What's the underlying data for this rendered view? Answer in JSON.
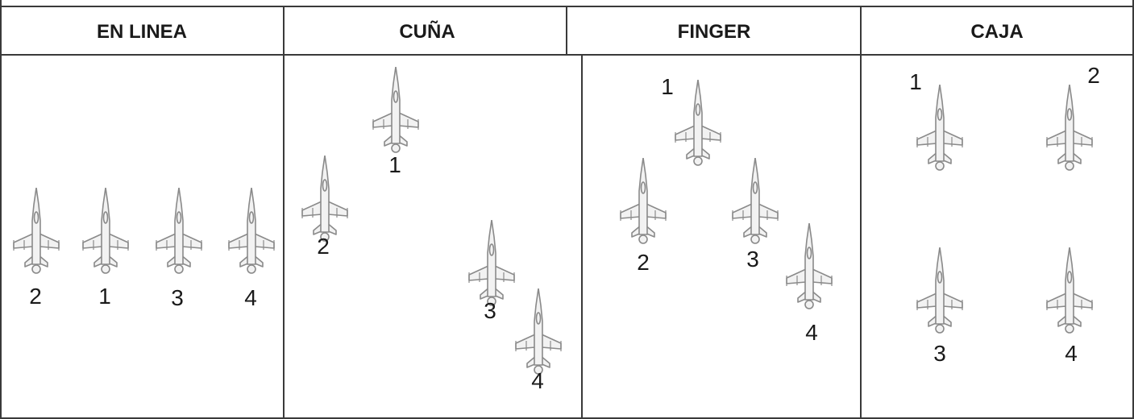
{
  "columns": [
    {
      "title": "EN LINEA",
      "aircraft": [
        {
          "label": "2"
        },
        {
          "label": "1"
        },
        {
          "label": "3"
        },
        {
          "label": "4"
        }
      ]
    },
    {
      "title": "CUÑA",
      "aircraft": [
        {
          "label": "1"
        },
        {
          "label": "2"
        },
        {
          "label": "3"
        },
        {
          "label": "4"
        }
      ]
    },
    {
      "title": "FINGER",
      "aircraft": [
        {
          "label": "1"
        },
        {
          "label": "2"
        },
        {
          "label": "3"
        },
        {
          "label": "4"
        }
      ]
    },
    {
      "title": "CAJA",
      "aircraft": [
        {
          "label": "1"
        },
        {
          "label": "2"
        },
        {
          "label": "3"
        },
        {
          "label": "4"
        }
      ]
    }
  ],
  "colors": {
    "line": "#3a3a3a",
    "aircraft": "#8a8a8a",
    "text": "#1a1a1a"
  },
  "icon": "fighter-jet-icon"
}
